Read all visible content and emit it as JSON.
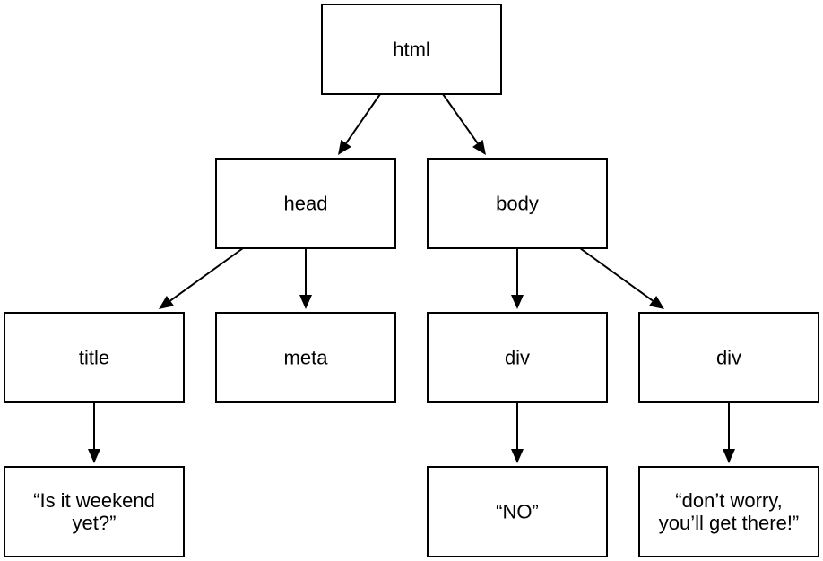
{
  "diagram": {
    "type": "tree",
    "nodes": [
      {
        "id": "html",
        "lines": [
          "html"
        ]
      },
      {
        "id": "head",
        "lines": [
          "head"
        ]
      },
      {
        "id": "body",
        "lines": [
          "body"
        ]
      },
      {
        "id": "title",
        "lines": [
          "title"
        ]
      },
      {
        "id": "meta",
        "lines": [
          "meta"
        ]
      },
      {
        "id": "div-1",
        "lines": [
          "div"
        ]
      },
      {
        "id": "div-2",
        "lines": [
          "div"
        ]
      },
      {
        "id": "text-weekend",
        "lines": [
          "“Is it weekend",
          "yet?”"
        ]
      },
      {
        "id": "text-no",
        "lines": [
          "“NO”"
        ]
      },
      {
        "id": "text-dont-worry",
        "lines": [
          "“don’t worry,",
          "you’ll get there!”"
        ]
      }
    ],
    "edges": [
      {
        "from": "html",
        "to": "head"
      },
      {
        "from": "html",
        "to": "body"
      },
      {
        "from": "head",
        "to": "title"
      },
      {
        "from": "head",
        "to": "meta"
      },
      {
        "from": "body",
        "to": "div-1"
      },
      {
        "from": "body",
        "to": "div-2"
      },
      {
        "from": "title",
        "to": "text-weekend"
      },
      {
        "from": "div-1",
        "to": "text-no"
      },
      {
        "from": "div-2",
        "to": "text-dont-worry"
      }
    ]
  }
}
